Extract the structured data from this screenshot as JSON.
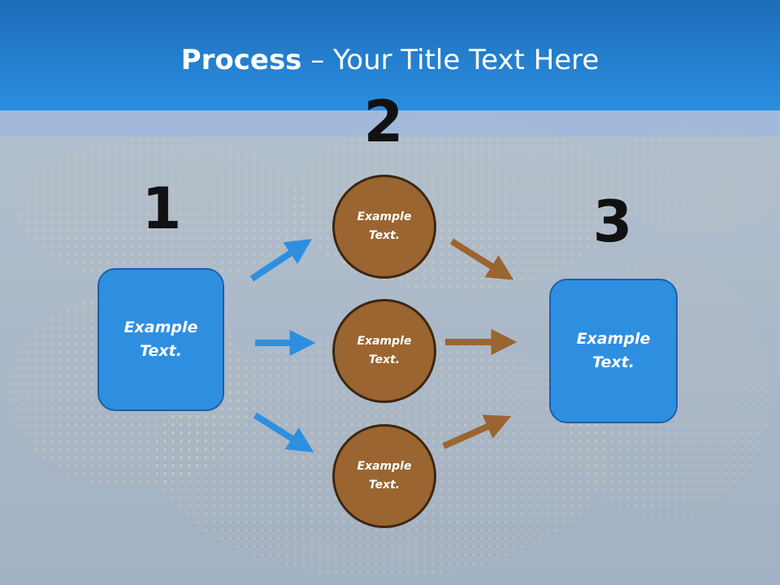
{
  "title": {
    "bold": "Process",
    "rest": " – Your Title Text Here"
  },
  "numbers": {
    "one": "1",
    "two": "2",
    "three": "3"
  },
  "left_box": {
    "line1": "Example",
    "line2": "Text."
  },
  "right_box": {
    "line1": "Example",
    "line2": "Text."
  },
  "circles": [
    {
      "line1": "Example",
      "line2": "Text."
    },
    {
      "line1": "Example",
      "line2": "Text."
    },
    {
      "line1": "Example",
      "line2": "Text."
    }
  ],
  "colors": {
    "header": "#2a8ee0",
    "box": "#2e8fe0",
    "circle": "#9a6530",
    "arrow_blue": "#2e8fe0",
    "arrow_brown": "#9a6530"
  }
}
